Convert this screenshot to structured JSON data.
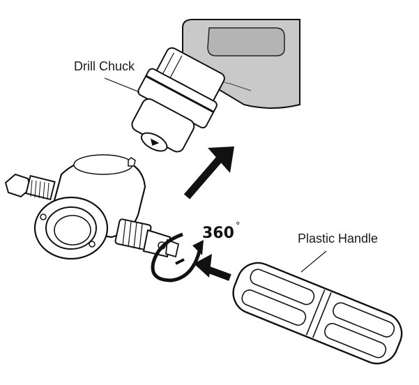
{
  "labels": {
    "drill_chuck": "Drill Chuck",
    "plastic_handle": "Plastic Handle",
    "rotation_value": "360",
    "degree_symbol": "°"
  },
  "colors": {
    "drill_body": "#c9c9c9",
    "drill_body_dark": "#a9a9a9",
    "stroke": "#111111",
    "background": "#ffffff"
  }
}
